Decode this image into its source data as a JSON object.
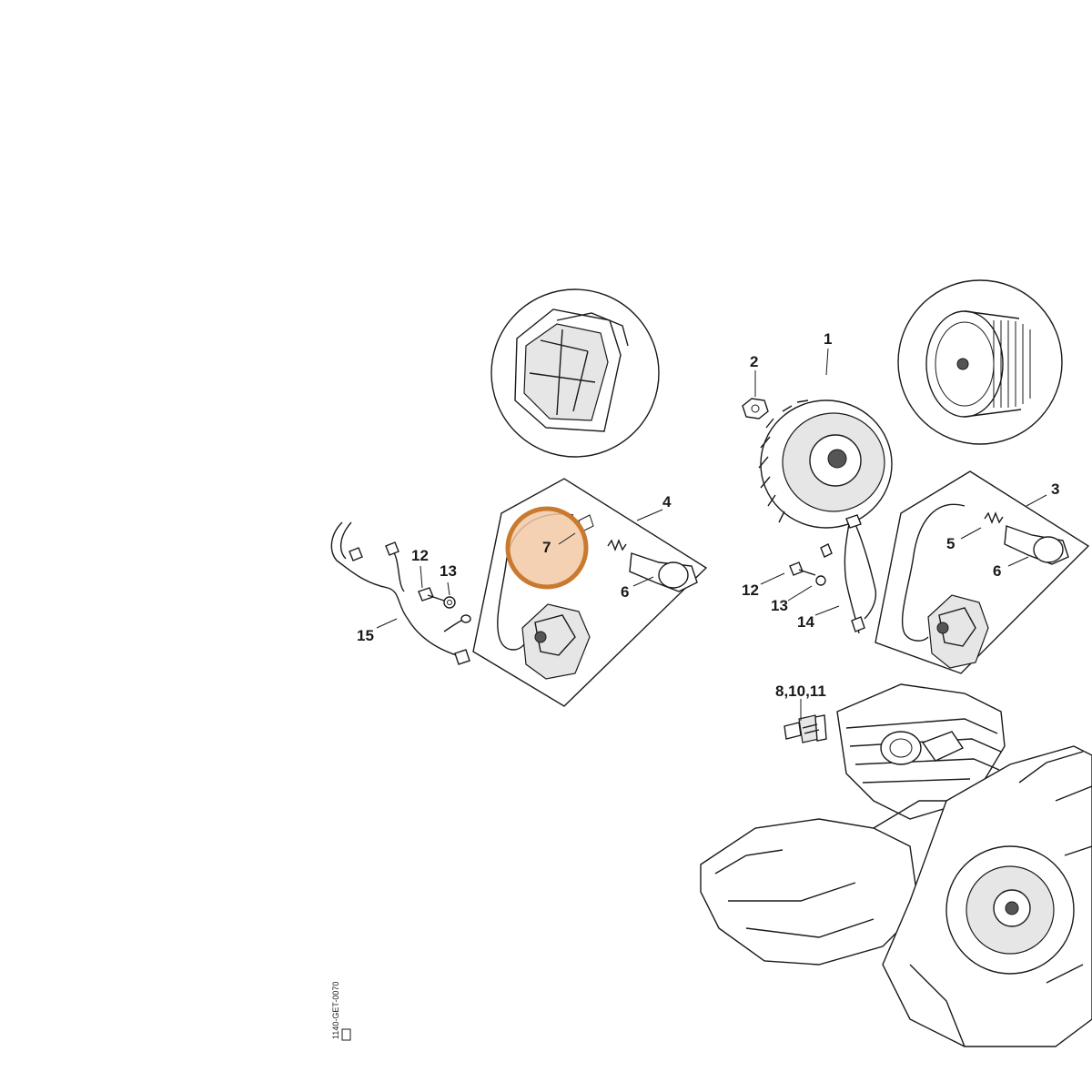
{
  "diagram": {
    "callouts": {
      "c1": "1",
      "c2": "2",
      "c3": "3",
      "c4": "4",
      "c5": "5",
      "c6a": "6",
      "c6b": "6",
      "c7": "7",
      "c8": "8,10,11",
      "c12a": "12",
      "c12b": "12",
      "c13a": "13",
      "c13b": "13",
      "c14": "14",
      "c15": "15"
    },
    "highlight": {
      "part": "7",
      "color": "#c97a2e",
      "fill": "#f2c9a6"
    },
    "drawing_code": "1140-GET-0070"
  }
}
